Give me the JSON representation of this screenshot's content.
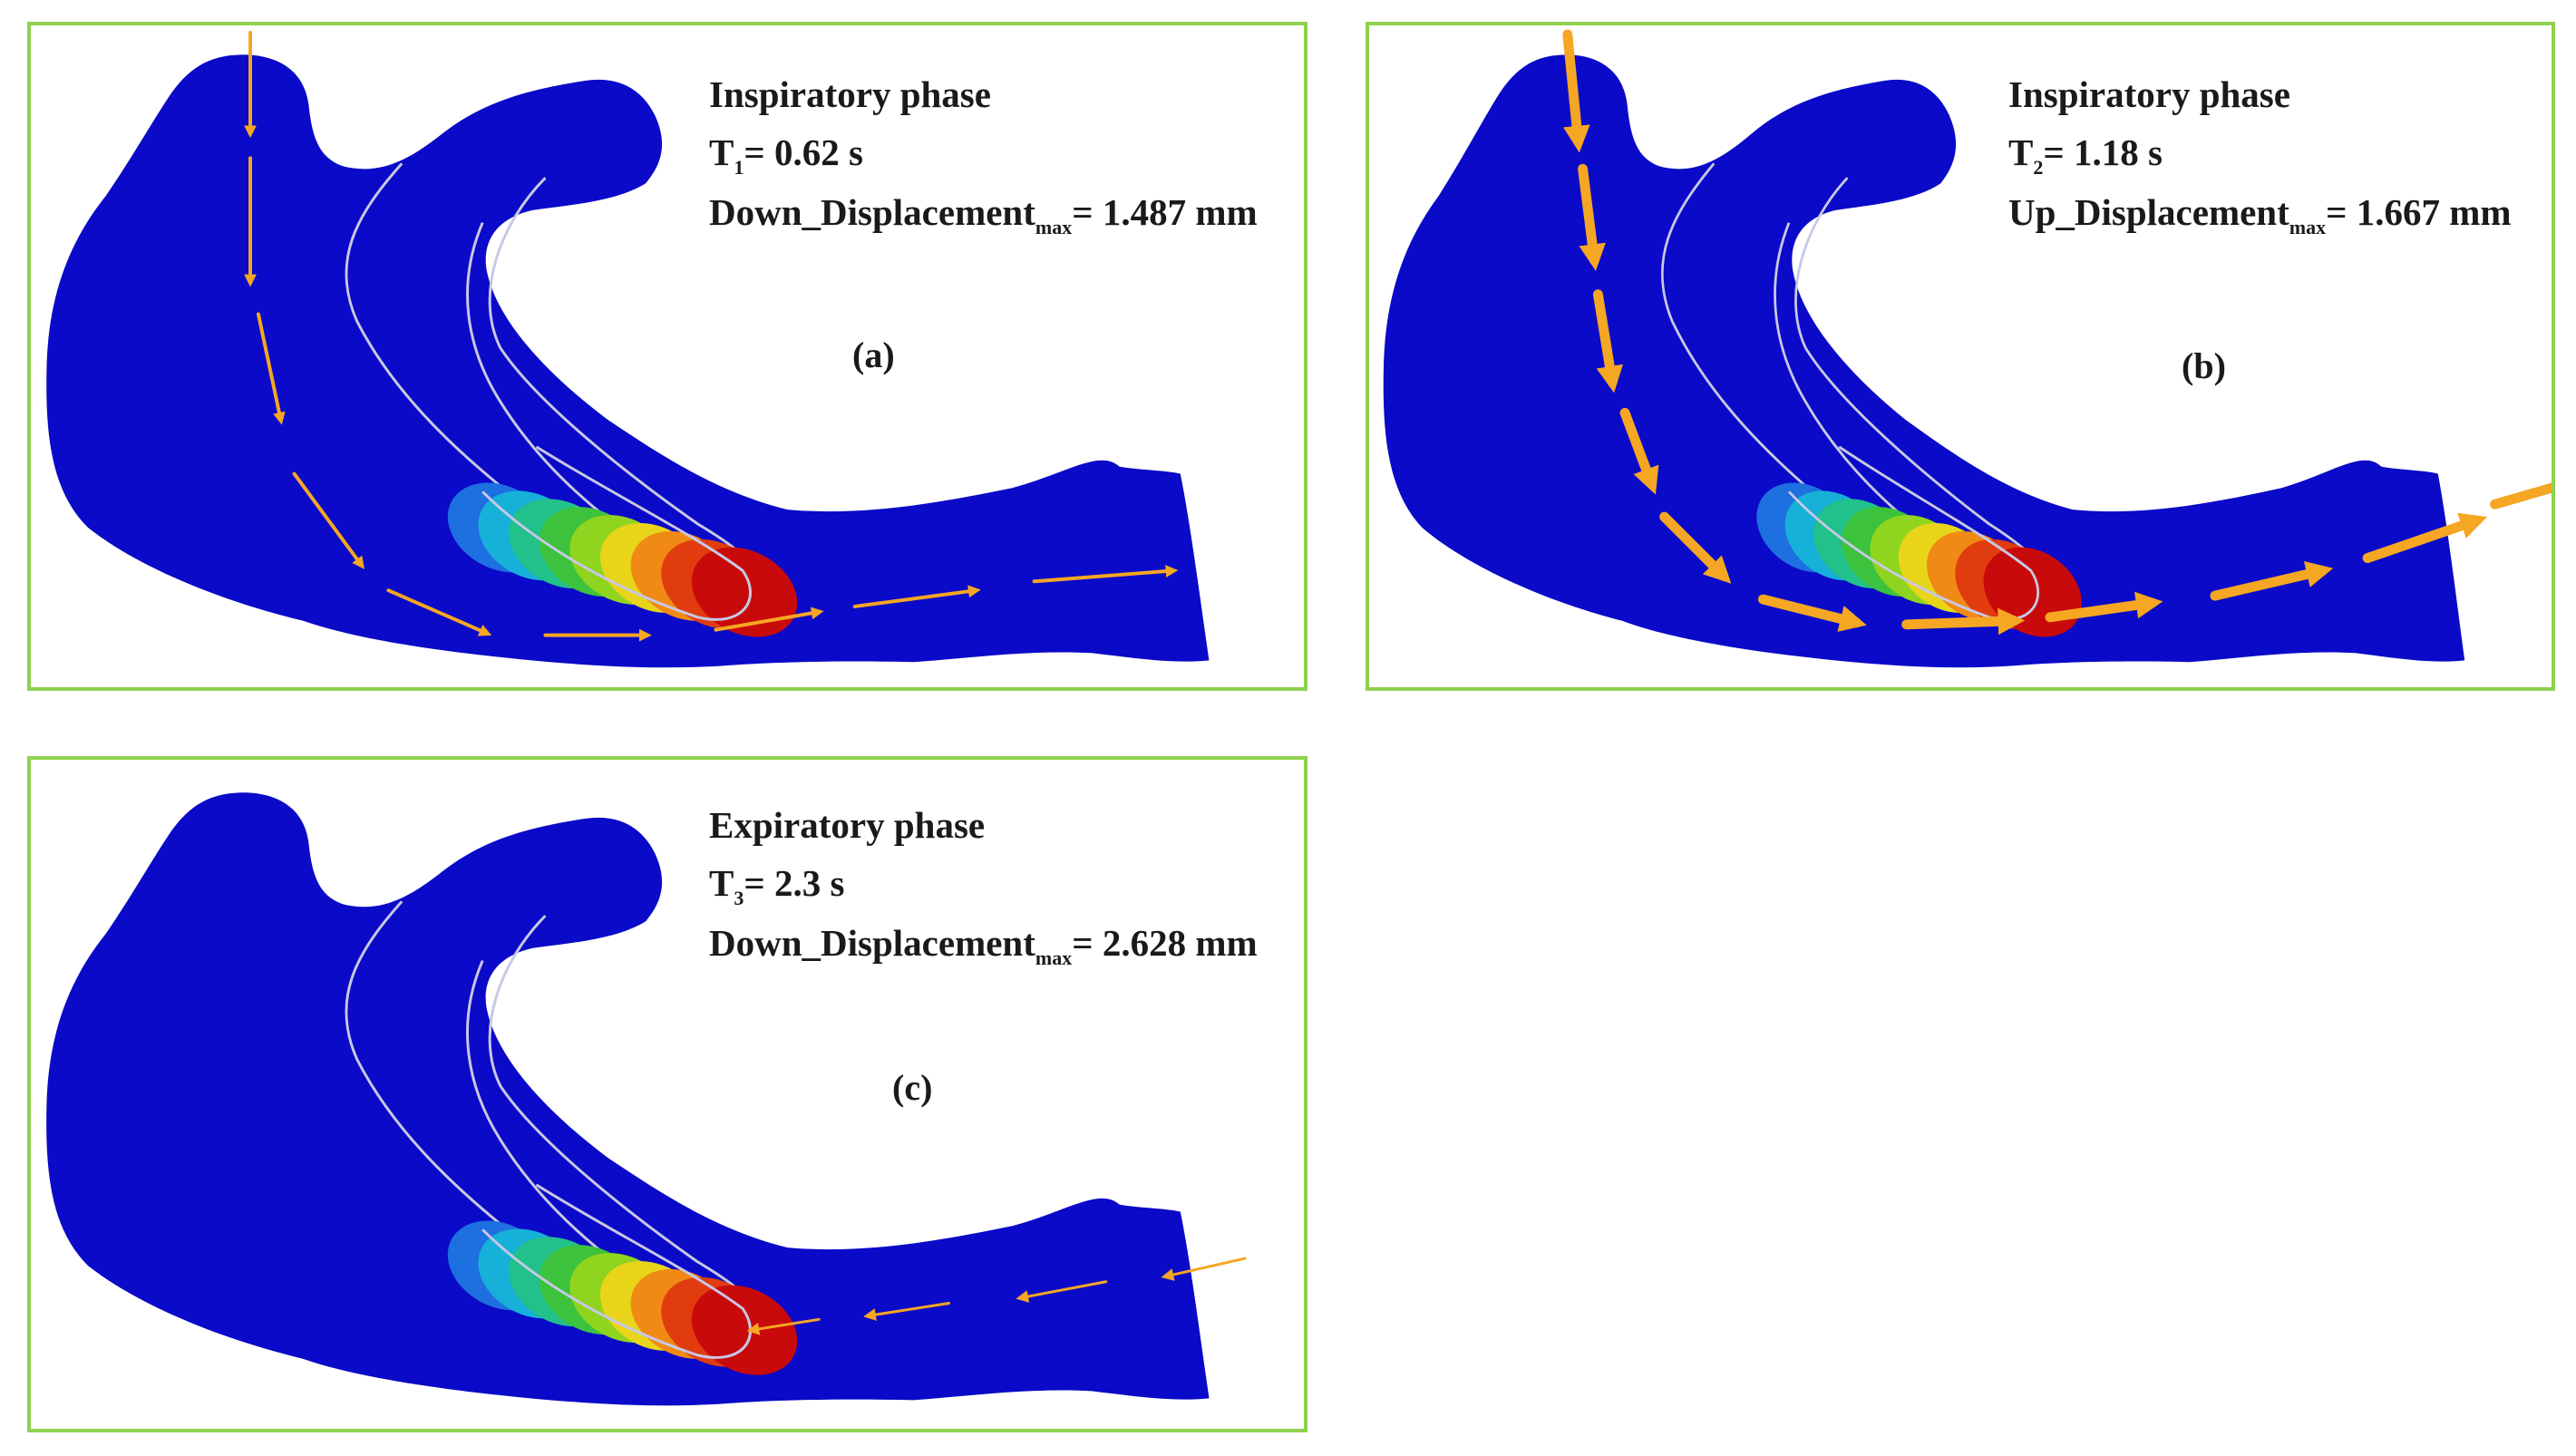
{
  "panels": [
    {
      "id": "a",
      "phase": "Inspiratory phase",
      "t_sym": "T",
      "t_sub": "1",
      "t_val": "= 0.62 s",
      "disp_label": "Down_Displacement",
      "disp_sub": "max",
      "disp_val": "= 1.487 mm",
      "tag": "(a)",
      "flow_direction": "inflow (nasal to pharynx)"
    },
    {
      "id": "b",
      "phase": "Inspiratory phase",
      "t_sym": "T",
      "t_sub": "2",
      "t_val": "= 1.18 s",
      "disp_label": "Up_Displacement",
      "disp_sub": "max",
      "disp_val": "= 1.667 mm",
      "tag": "(b)",
      "flow_direction": "inflow (nasal to pharynx)"
    },
    {
      "id": "c",
      "phase": "Expiratory phase",
      "t_sym": "T",
      "t_sub": "3",
      "t_val": "= 2.3 s",
      "disp_label": "Down_Displacement",
      "disp_sub": "max",
      "disp_val": "= 2.628 mm",
      "tag": "(c)",
      "flow_direction": "outflow (pharynx to nasal)"
    }
  ],
  "colors": {
    "airway": "#0a0ac8",
    "arrow": "#f5a623",
    "frame": "#8fd14f",
    "outline": "#c8c8e6",
    "contour": [
      "#1e6fe0",
      "#17b0d8",
      "#22c08a",
      "#3cc23c",
      "#8fd41e",
      "#e8d51a",
      "#f08a14",
      "#e03c10",
      "#c80a0a"
    ]
  }
}
